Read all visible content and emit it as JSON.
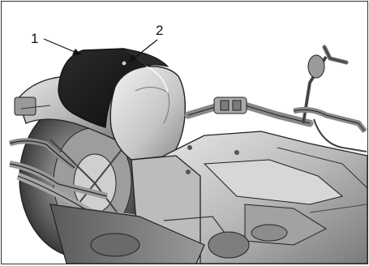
{
  "figure": {
    "callouts": [
      {
        "id": "1",
        "label": "1"
      },
      {
        "id": "2",
        "label": "2"
      }
    ],
    "colors": {
      "background": "#ffffff",
      "outline": "#222222",
      "seat_cover": "#161616",
      "body_light": "#d2d2d2",
      "body_mid": "#a8a8a8",
      "body_dark": "#6e6e6e"
    }
  }
}
